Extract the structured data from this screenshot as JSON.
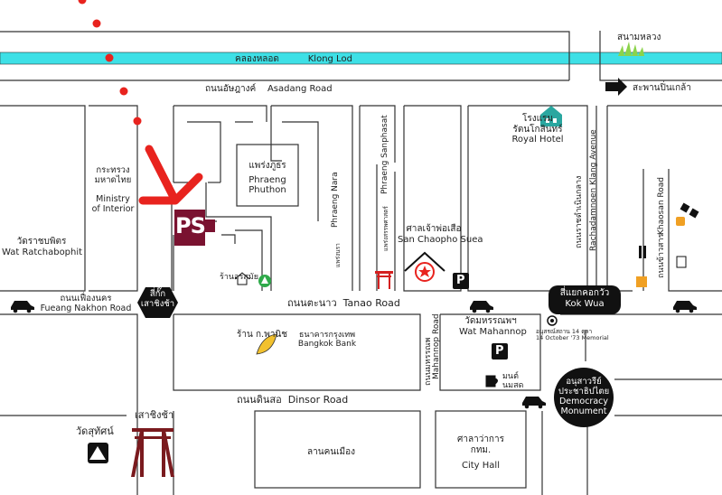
{
  "canal": {
    "th": "คลองหลอด",
    "en": "Klong Lod",
    "color": "#3ee0e6"
  },
  "roads": {
    "asadang": {
      "th": "ถนนอัษฎางค์",
      "en": "Asadang Road"
    },
    "fueang_nakhon": {
      "th": "ถนนเฟื่องนคร",
      "en": "Fueang Nakhon Road"
    },
    "tanao": {
      "th": "ถนนตะนาว",
      "en": "Tanao Road"
    },
    "dinsor": {
      "th": "ถนนดินสอ",
      "en": "Dinsor Road"
    },
    "phraeng_nara": {
      "th": "แพร่งนรา",
      "en": "Phraeng Nara"
    },
    "phraeng_sanphasat": {
      "th": "แพร่งสรรพศาสตร์",
      "en": "Phraeng Sanphasat"
    },
    "rachadamnoen": {
      "th": "ถนนราชดำเนินกลาง",
      "en": "Rachadamnoen Klang Avenue"
    },
    "khaosan": {
      "th": "ถนนข้าวสาร",
      "en": "Khaosan Road"
    },
    "mahannop": {
      "th": "ถนนมหรรณพ",
      "en": "Mahannop Road"
    }
  },
  "places": {
    "sanam_luang": "สนามหลวง",
    "saphan_pinklao": "สะพานปิ่นเกล้า",
    "royal_hotel": {
      "th1": "โรงแรม",
      "th2": "รัตนโกสินทร์",
      "en": "Royal Hotel"
    },
    "ministry": {
      "th1": "กระทรวง",
      "th2": "มหาดไทย",
      "en1": "Ministry",
      "en2": "of Interior"
    },
    "wat_ratchabophit": {
      "th": "วัดราชบพิตร",
      "en": "Wat Ratchabophit"
    },
    "phraeng_phuthon": {
      "th": "แพร่งภูธร",
      "en1": "Phraeng",
      "en2": "Phuthon"
    },
    "san_chaopho_suea": {
      "th": "ศาลเจ้าพ่อเสือ",
      "en": "San Chaopho Suea"
    },
    "ran_orasami": "ร้านอรสมัย",
    "sao_ching_cha_junction": {
      "line1": "สี่กั๊ก",
      "line2": "เสาชิงช้า"
    },
    "kok_wua": {
      "th": "สี่แยกคอกวัว",
      "en": "Kok Wua"
    },
    "ran_ko_panit": "ร้าน ก.พานิช",
    "bangkok_bank": {
      "th": "ธนาคารกรุงเทพ",
      "en": "Bangkok Bank"
    },
    "wat_mahannop": {
      "th": "วัดมหรรณพฯ",
      "en": "Wat Mahannop"
    },
    "memorial": {
      "line1": "อนุสรณ์สถาน 14 ตุลา",
      "line2": "14 October '73 Memorial"
    },
    "mont_nomsod": {
      "line1": "มนต์",
      "line2": "นมสด"
    },
    "democracy": {
      "line1": "อนุสาวรีย์",
      "line2": "ประชาธิปไตย",
      "line3": "Democracy",
      "line4": "Monument"
    },
    "wat_suthat": "วัดสุทัศน์",
    "sao_ching_cha": "เสาชิงช้า",
    "lan_khon_mueang": "ลานคนเมือง",
    "city_hall": {
      "th1": "ศาลาว่าการ",
      "th2": "กทม.",
      "en": "City Hall"
    },
    "parking": "P",
    "ps_logo": "PS"
  },
  "colors": {
    "route_red": "#e8231e",
    "ps_maroon": "#7a1230",
    "green": "#2faa4a",
    "gate": "#7a1a1e"
  },
  "icons": [
    "arrow-right-icon",
    "hotel-icon",
    "grass-icon",
    "car-icon",
    "tree-icon",
    "star-shrine-icon",
    "gate-icon",
    "parking-icon",
    "fruit-icon",
    "coffee-cup-icon",
    "drink-icon",
    "milk-icon",
    "tent-icon",
    "giant-swing-icon",
    "sunglasses-icon",
    "recycle-icon"
  ]
}
